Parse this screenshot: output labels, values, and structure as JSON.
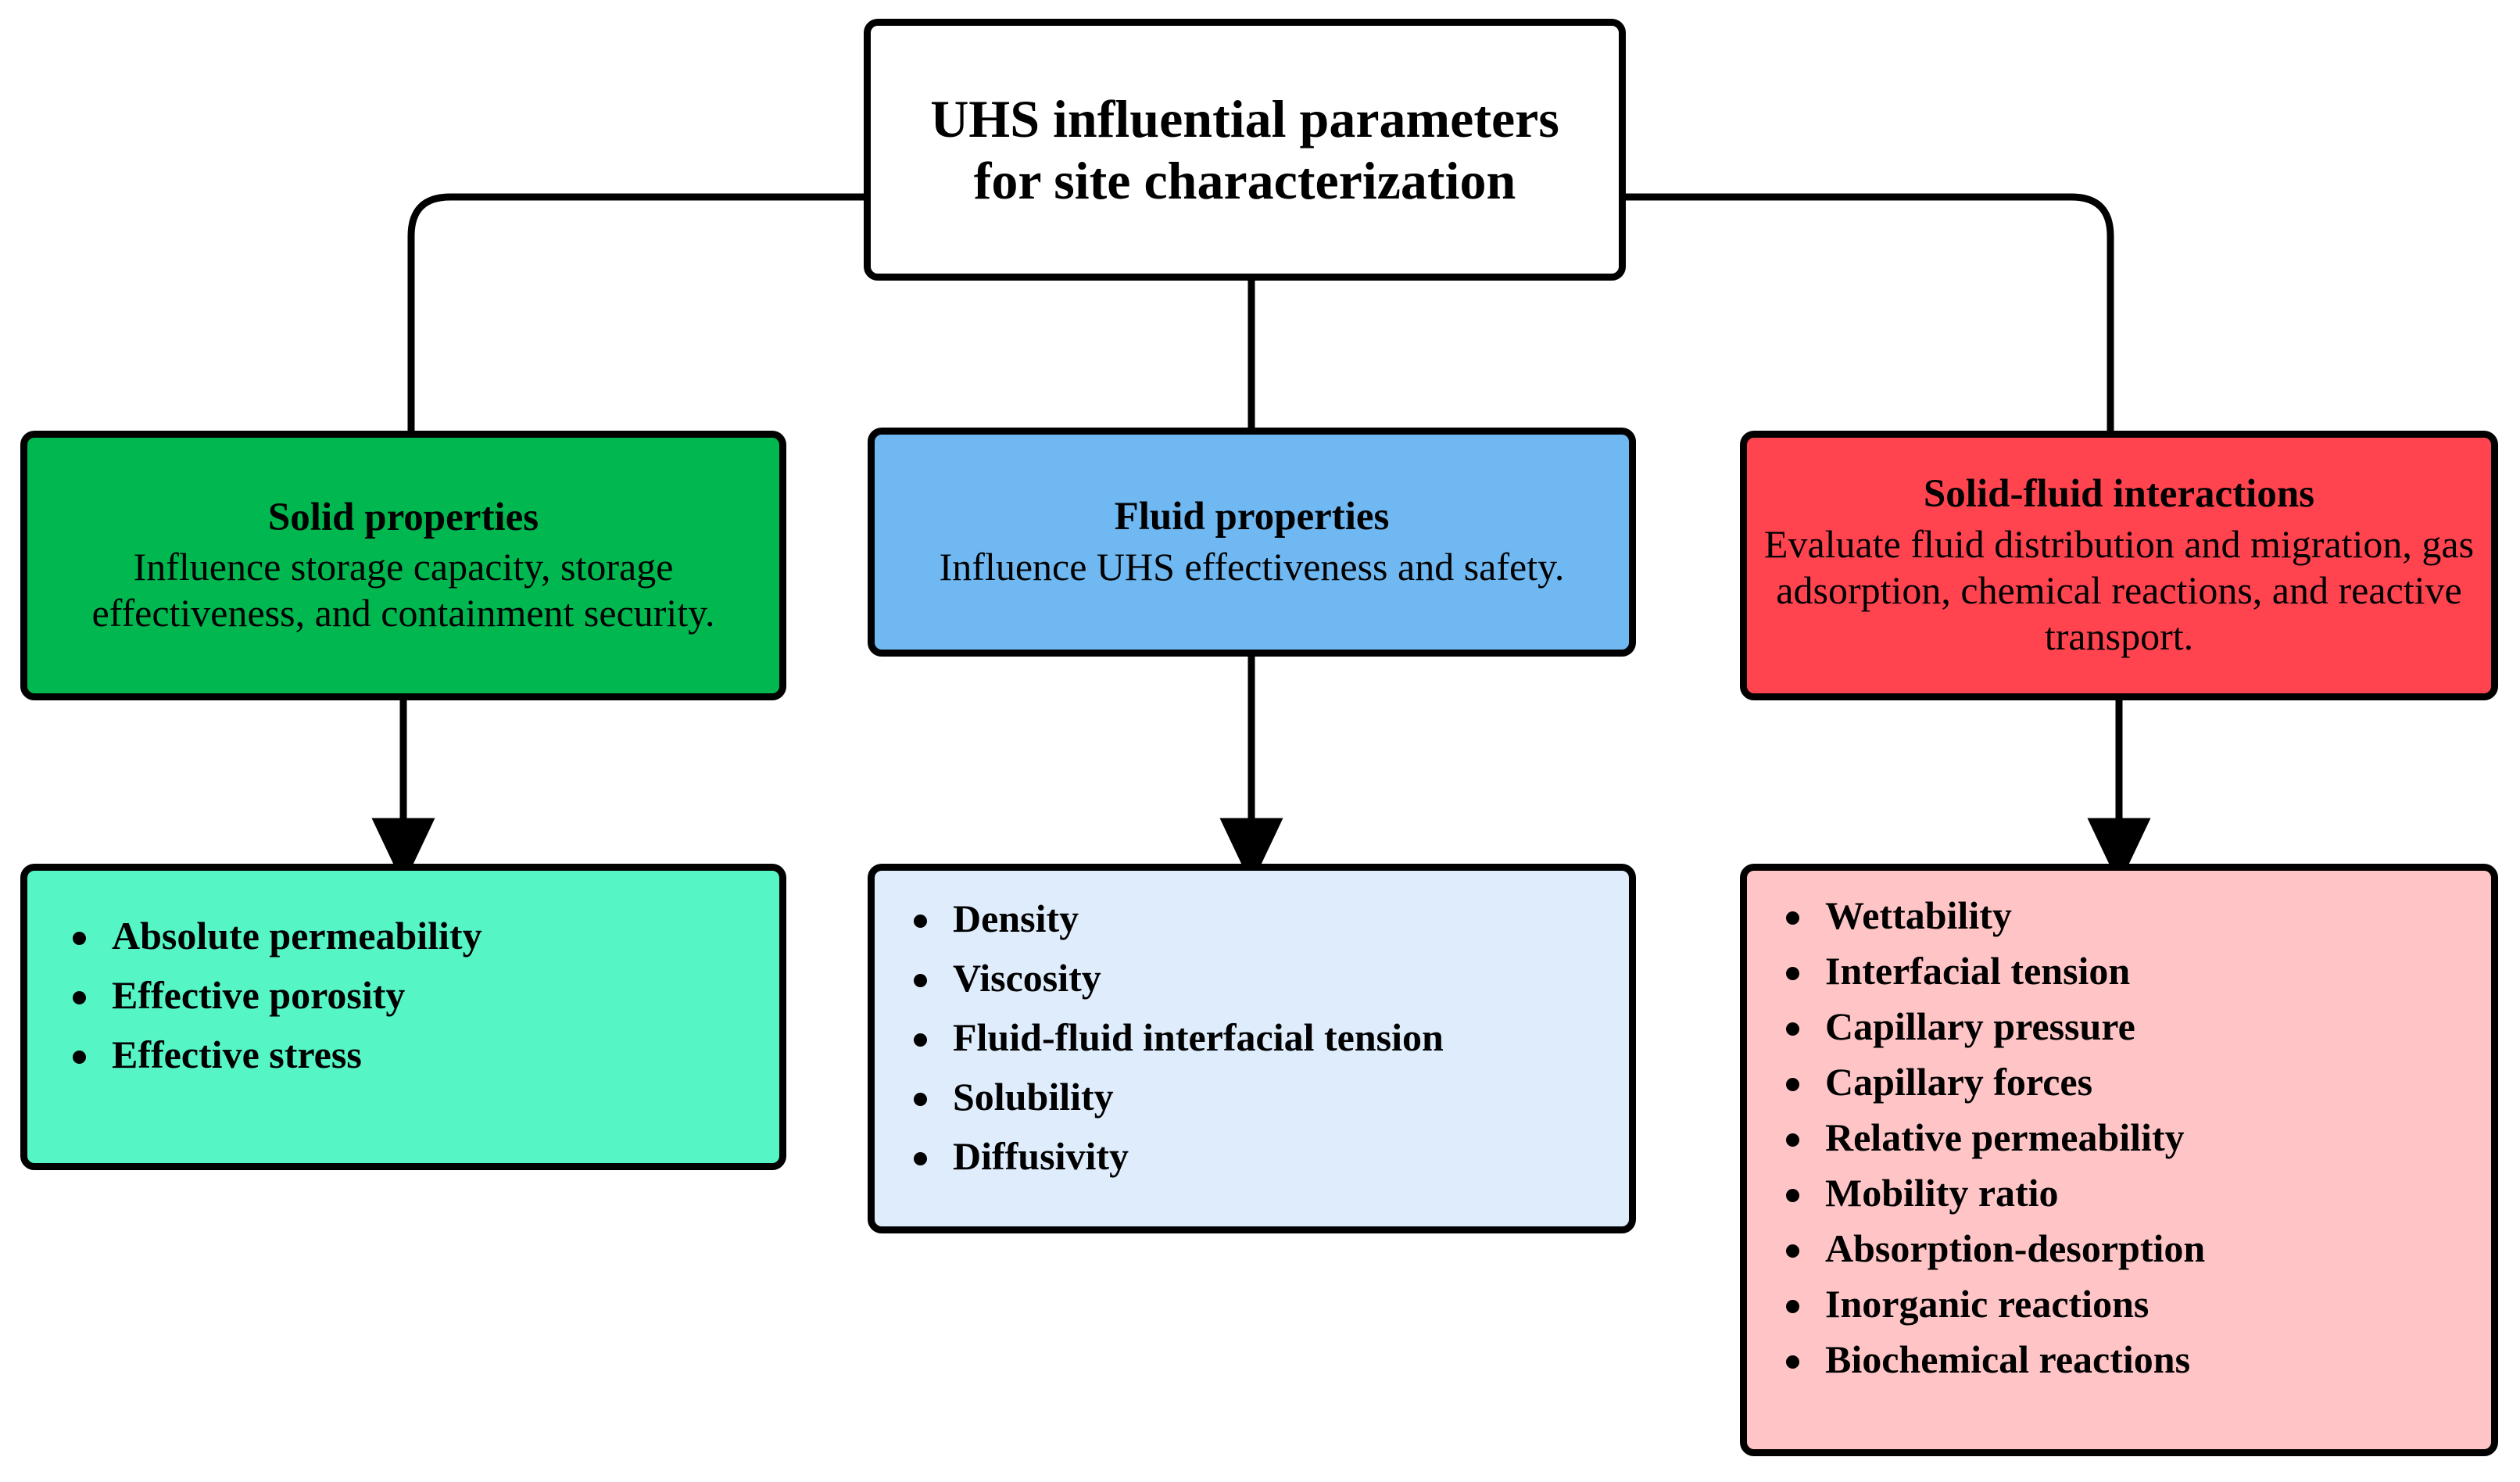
{
  "root": {
    "title": "UHS influential parameters for site characterization"
  },
  "categories": [
    {
      "key": "solid",
      "title": "Solid properties",
      "description": "Influence storage capacity, storage effectiveness, and containment security.",
      "color": "#00B84F"
    },
    {
      "key": "fluid",
      "title": "Fluid properties",
      "description": "Influence UHS effectiveness and safety.",
      "color": "#6FB8F2"
    },
    {
      "key": "interactions",
      "title": "Solid-fluid interactions",
      "description": "Evaluate fluid distribution and migration, gas adsorption, chemical reactions, and reactive transport.",
      "color": "#FF4450"
    }
  ],
  "lists": [
    {
      "key": "solid",
      "color": "#55F5C6",
      "items": [
        "Absolute permeability",
        "Effective porosity",
        "Effective stress"
      ]
    },
    {
      "key": "fluid",
      "color": "#DEECFB",
      "items": [
        "Density",
        "Viscosity",
        "Fluid-fluid interfacial tension",
        "Solubility",
        "Diffusivity"
      ]
    },
    {
      "key": "interactions",
      "color": "#FFC5C6",
      "items": [
        "Wettability",
        "Interfacial tension",
        "Capillary pressure",
        "Capillary forces",
        "Relative permeability",
        "Mobility ratio",
        "Absorption-desorption",
        "Inorganic reactions",
        "Biochemical reactions"
      ]
    }
  ],
  "connectors": {
    "stroke_color": "#000000",
    "edges": [
      "root-to-solid",
      "root-to-fluid",
      "root-to-interactions",
      "solid-to-solid-list",
      "fluid-to-fluid-list",
      "interactions-to-interactions-list"
    ]
  }
}
